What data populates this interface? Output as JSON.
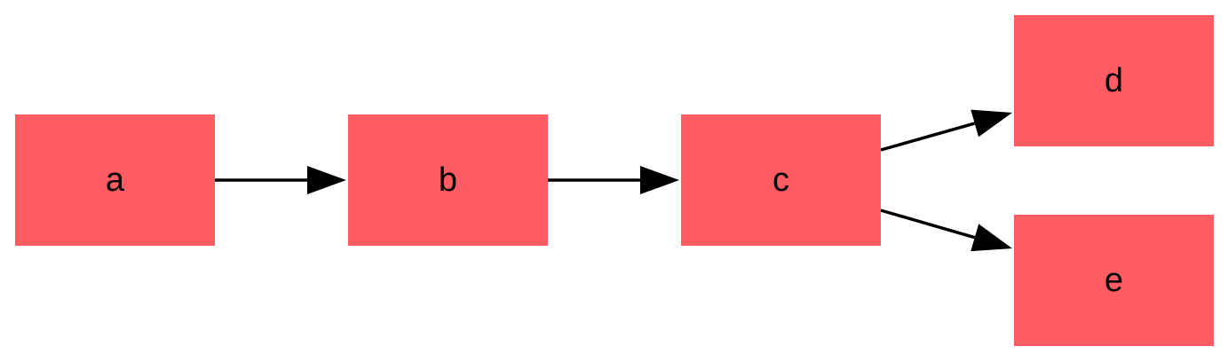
{
  "diagram": {
    "type": "flowchart",
    "direction": "left-to-right",
    "node_color": "#ff5c63",
    "edge_color": "#000000",
    "nodes": [
      {
        "id": "a",
        "label": "a"
      },
      {
        "id": "b",
        "label": "b"
      },
      {
        "id": "c",
        "label": "c"
      },
      {
        "id": "d",
        "label": "d"
      },
      {
        "id": "e",
        "label": "e"
      }
    ],
    "edges": [
      {
        "from": "a",
        "to": "b"
      },
      {
        "from": "b",
        "to": "c"
      },
      {
        "from": "c",
        "to": "d"
      },
      {
        "from": "c",
        "to": "e"
      }
    ]
  }
}
